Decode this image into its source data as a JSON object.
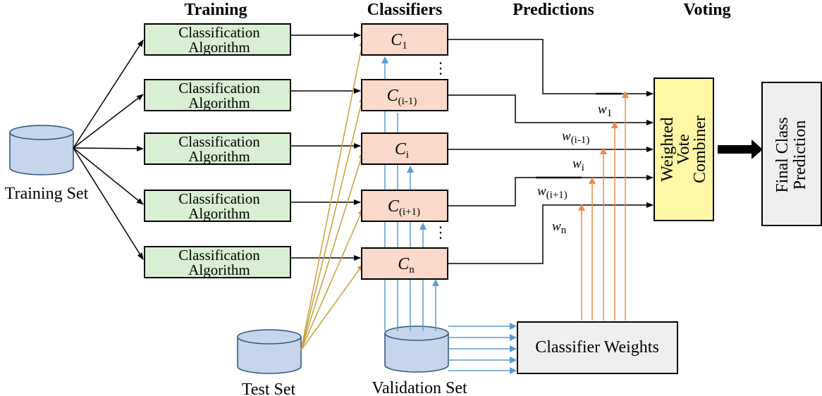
{
  "headers": {
    "training": "Training",
    "classifiers": "Classifiers",
    "predictions": "Predictions",
    "voting": "Voting"
  },
  "training_set_label": "Training Set",
  "test_set_label": "Test Set",
  "validation_set_label": "Validation Set",
  "algorithm_label": {
    "line1": "Classification",
    "line2": "Algorithm"
  },
  "classifiers": [
    {
      "main": "C",
      "sub": "1"
    },
    {
      "main": "C",
      "sub": "(i-1)"
    },
    {
      "main": "C",
      "sub": "i"
    },
    {
      "main": "C",
      "sub": "(i+1)"
    },
    {
      "main": "C",
      "sub": "n"
    }
  ],
  "ellipsis": "⋮",
  "weights": [
    {
      "main": "w",
      "sub": "1"
    },
    {
      "main": "w",
      "sub": "(i-1)"
    },
    {
      "main": "w",
      "sub": "i"
    },
    {
      "main": "w",
      "sub": "(i+1)"
    },
    {
      "main": "w",
      "sub": "n"
    }
  ],
  "combiner": {
    "line1": "Weighted",
    "line2": "Vote",
    "line3": "Combiner"
  },
  "final": {
    "line1": "Final Class",
    "line2": "Prediction"
  },
  "classifier_weights_label": "Classifier Weights",
  "colors": {
    "algo_fill": "#d9efd3",
    "classifier_fill": "#fbd9cb",
    "db_fill": "#c5d5ea",
    "combiner_fill": "#fdf7a6",
    "grey_fill": "#efefef",
    "gold": "#c9a038",
    "blue": "#5b9bd5",
    "orange": "#f08a50"
  }
}
